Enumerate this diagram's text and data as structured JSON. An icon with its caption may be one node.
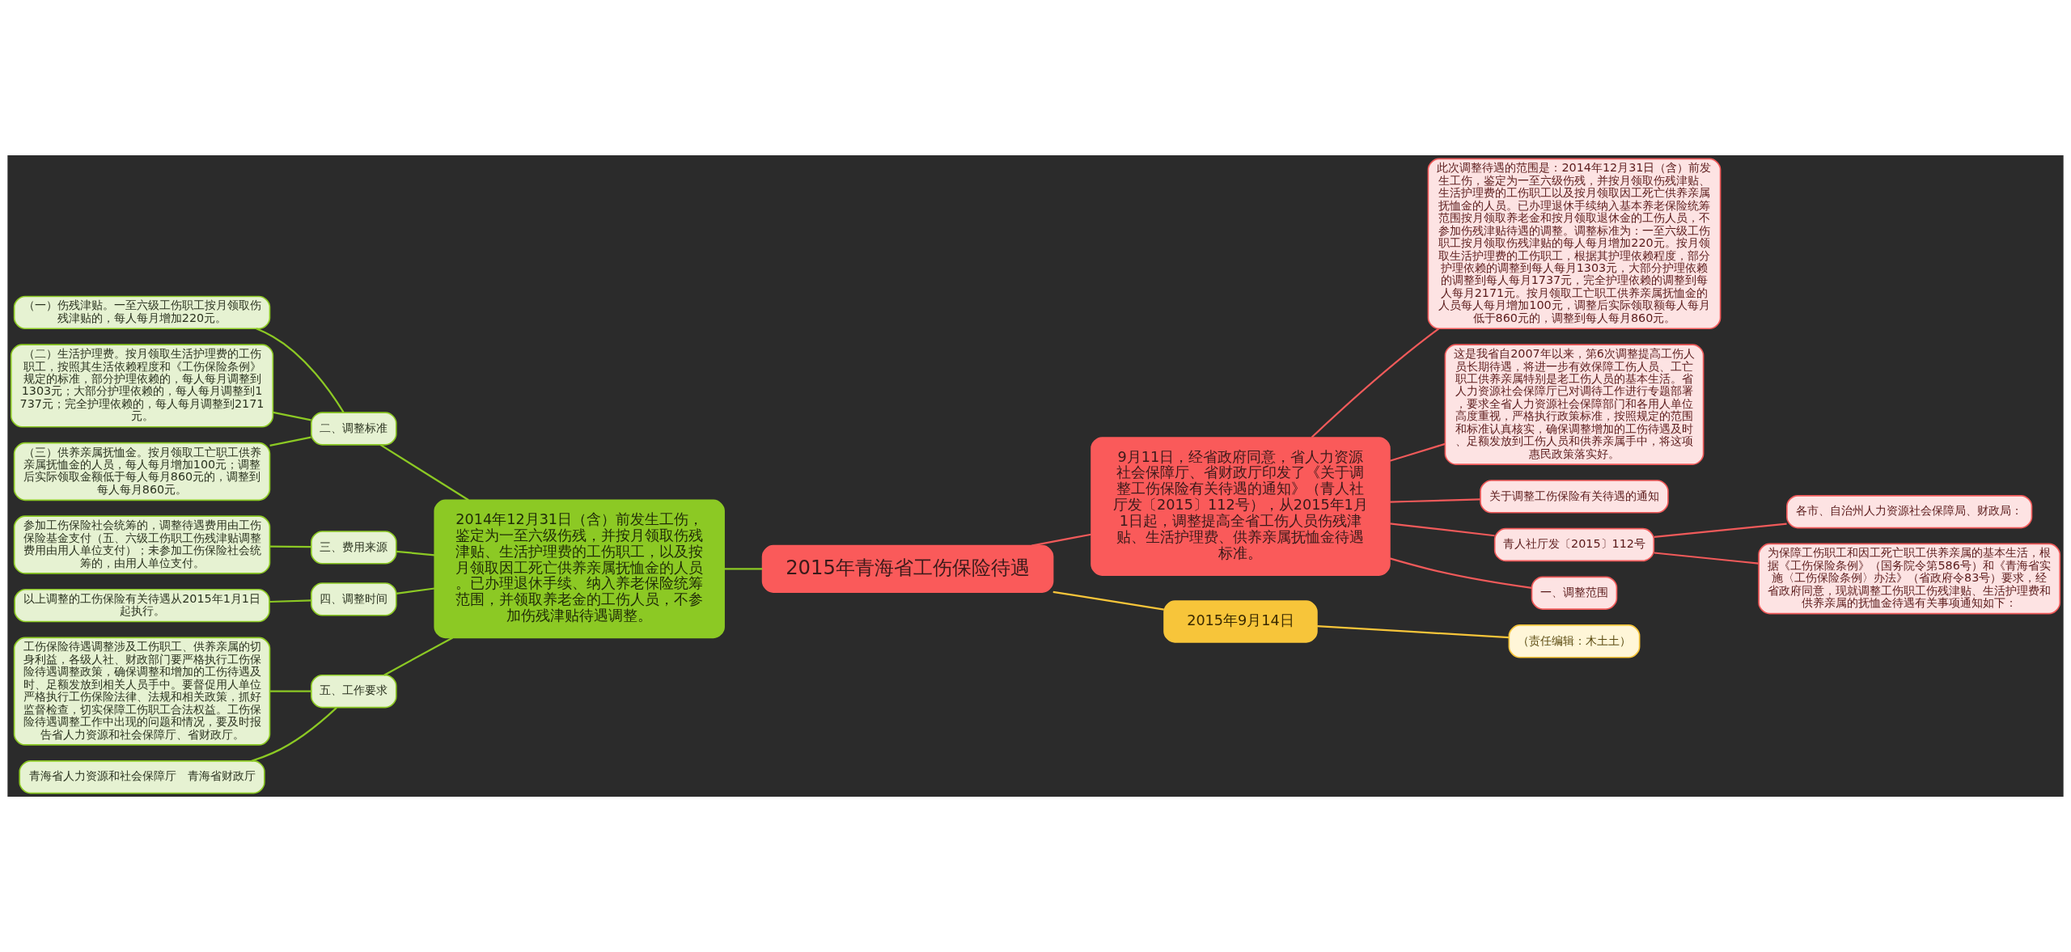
{
  "diagram": {
    "nodes": [
      {
        "text": [
          "2015年青海省工伤保险待遇"
        ]
      },
      {
        "text": [
          "2014年12月31日（含）前发生工伤，鉴定为一至六级伤残，并按月领取伤残津贴、生活护理费的工伤职工，以及按月领取因工死亡供养亲属抚恤金的人员。已办理退休手续、纳入养老保险统筹范围，并领取养老金的工伤人员，不参加伤残津贴待遇调整。"
        ]
      },
      {
        "text": [
          "（一）伤残津贴。一至六级工伤职工按月领取伤残津贴的，每人每月增加220元。"
        ]
      },
      {
        "text": [
          "（二）生活护理费。按月领取生活护理费的工伤职工，按照其生活依赖程度和《工伤保险条例》规定的标准，部分护理依赖的，每人每月调整到1303元；大部分护理依赖的，每人每月调整到1737元；完全护理依赖的，每人每月调整到2171元。"
        ]
      },
      {
        "text": [
          "（三）供养亲属抚恤金。按月领取工亡职工供养亲属抚恤金的人员，每人每月增加100元；调整后实际领取金额低于每人每月860元的，调整到每人每月860元。"
        ]
      },
      {
        "text": [
          "二、调整标准"
        ]
      },
      {
        "text": [
          "参加工伤保险社会统筹的，调整待遇费用由工伤保险基金支付（五、六级工伤职工伤残津贴调整费用由用人单位支付）；未参加工伤保险社会统筹的，由用人单位支付。"
        ]
      },
      {
        "text": [
          "三、费用来源"
        ]
      },
      {
        "text": [
          "以上调整的工伤保险有关待遇从2015年1月1日起执行。"
        ]
      },
      {
        "text": [
          "四、调整时间"
        ]
      },
      {
        "text": [
          "工伤保险待遇调整涉及工伤职工、供养亲属的切身利益，各级人社、财政部门要严格执行工伤保险待遇调整政策，确保调整和增加的工伤待遇及时、足额发放到相关人员手中。要督促用人单位严格执行工伤保险法律、法规和相关政策，抓好监督检查，切实保障工伤职工合法权益。工伤保险待遇调整工作中出现的问题和情况，要及时报告省人力资源和社会保障厅、省财政厅。"
        ]
      },
      {
        "text": [
          "青海省人力资源和社会保障厅　青海省财政厅"
        ]
      },
      {
        "text": [
          "五、工作要求"
        ]
      },
      {
        "text": [
          "9月11日，经省政府同意，省人力资源社会保障厅、省财政厅印发了《关于调整工伤保险有关待遇的通知》（青人社厅发〔2015〕112号），从2015年1月1日起，调整提高全省工伤人员伤残津贴、生活护理费、供养亲属抚恤金待遇标准。"
        ]
      },
      {
        "text": [
          "此次调整待遇的范围是：2014年12月31日（含）前发生工伤，鉴定为一至六级伤残，并按月领取伤残津贴、生活护理费的工伤职工以及按月领取因工死亡供养亲属抚恤金的人员。已办理退休手续纳入基本养老保险统筹范围按月领取养老金和按月领取退休金的工伤人员，不参加伤残津贴待遇的调整。调整标准为：一至六级工伤职工按月领取伤残津贴的每人每月增加220元。按月领取生活护理费的工伤职工，根据其护理依赖程度，部分护理依赖的调整到每人每月1303元，大部分护理依赖的调整到每人每月1737元，完全护理依赖的调整到每人每月2171元。按月领取工亡职工供养亲属抚恤金的人员每人每月增加100元，调整后实际领取额每人每月低于860元的，调整到每人每月860元。"
        ]
      },
      {
        "text": [
          "这是我省自2007年以来，第6次调整提高工伤人员长期待遇，将进一步有效保障工伤人员、工亡职工供养亲属特别是老工伤人员的基本生活。省人力资源社会保障厅已对调待工作进行专题部署，要求全省人力资源社会保障部门和各用人单位高度重视，严格执行政策标准，按照规定的范围和标准认真核实，确保调整增加的工伤待遇及时、足额发放到工伤人员和供养亲属手中，将这项惠民政策落实好。"
        ]
      },
      {
        "text": [
          "关于调整工伤保险有关待遇的通知"
        ]
      },
      {
        "text": [
          "青人社厅发〔2015〕112号"
        ]
      },
      {
        "text": [
          "各市、自治州人力资源社会保障局、财政局："
        ]
      },
      {
        "text": [
          "为保障工伤职工和因工死亡职工供养亲属的基本生活，根据《工伤保险条例》（国务院令第586号）和《青海省实施〈工伤保险条例〉办法》（省政府令83号）要求，经省政府同意，现就调整工伤职工伤残津贴、生活护理费和供养亲属的抚恤金待遇有关事项通知如下："
        ]
      },
      {
        "text": [
          "一、调整范围"
        ]
      },
      {
        "text": [
          "2015年9月14日"
        ]
      },
      {
        "text": [
          "（责任编辑：木土土）"
        ]
      }
    ],
    "edges": [
      {
        "from": 0,
        "to": 1,
        "arrow": "none"
      },
      {
        "from": 1,
        "to": 5,
        "arrow": "none"
      },
      {
        "from": 5,
        "to": 2,
        "arrow": "none"
      },
      {
        "from": 5,
        "to": 3,
        "arrow": "none"
      },
      {
        "from": 5,
        "to": 4,
        "arrow": "none"
      },
      {
        "from": 1,
        "to": 7,
        "arrow": "none"
      },
      {
        "from": 7,
        "to": 6,
        "arrow": "none"
      },
      {
        "from": 1,
        "to": 9,
        "arrow": "none"
      },
      {
        "from": 9,
        "to": 8,
        "arrow": "none"
      },
      {
        "from": 1,
        "to": 12,
        "arrow": "none"
      },
      {
        "from": 12,
        "to": 10,
        "arrow": "none"
      },
      {
        "from": 12,
        "to": 11,
        "arrow": "none"
      },
      {
        "from": 0,
        "to": 13,
        "arrow": "none",
        "color": "#f05a5a"
      },
      {
        "from": 13,
        "to": 14,
        "arrow": "none",
        "color": "#f05a5a"
      },
      {
        "from": 13,
        "to": 15,
        "arrow": "none",
        "color": "#f05a5a"
      },
      {
        "from": 13,
        "to": 16,
        "arrow": "none",
        "color": "#f05a5a"
      },
      {
        "from": 13,
        "to": 17,
        "arrow": "none",
        "color": "#f05a5a"
      },
      {
        "from": 17,
        "to": 18,
        "arrow": "none",
        "color": "#f05a5a"
      },
      {
        "from": 17,
        "to": 19,
        "arrow": "none",
        "color": "#f05a5a"
      },
      {
        "from": 13,
        "to": 20,
        "arrow": "none",
        "color": "#f05a5a"
      },
      {
        "from": 0,
        "to": 21,
        "arrow": "none",
        "color": "#f7c53a"
      },
      {
        "from": 21,
        "to": 22,
        "arrow": "none",
        "color": "#f7c53a"
      }
    ]
  }
}
